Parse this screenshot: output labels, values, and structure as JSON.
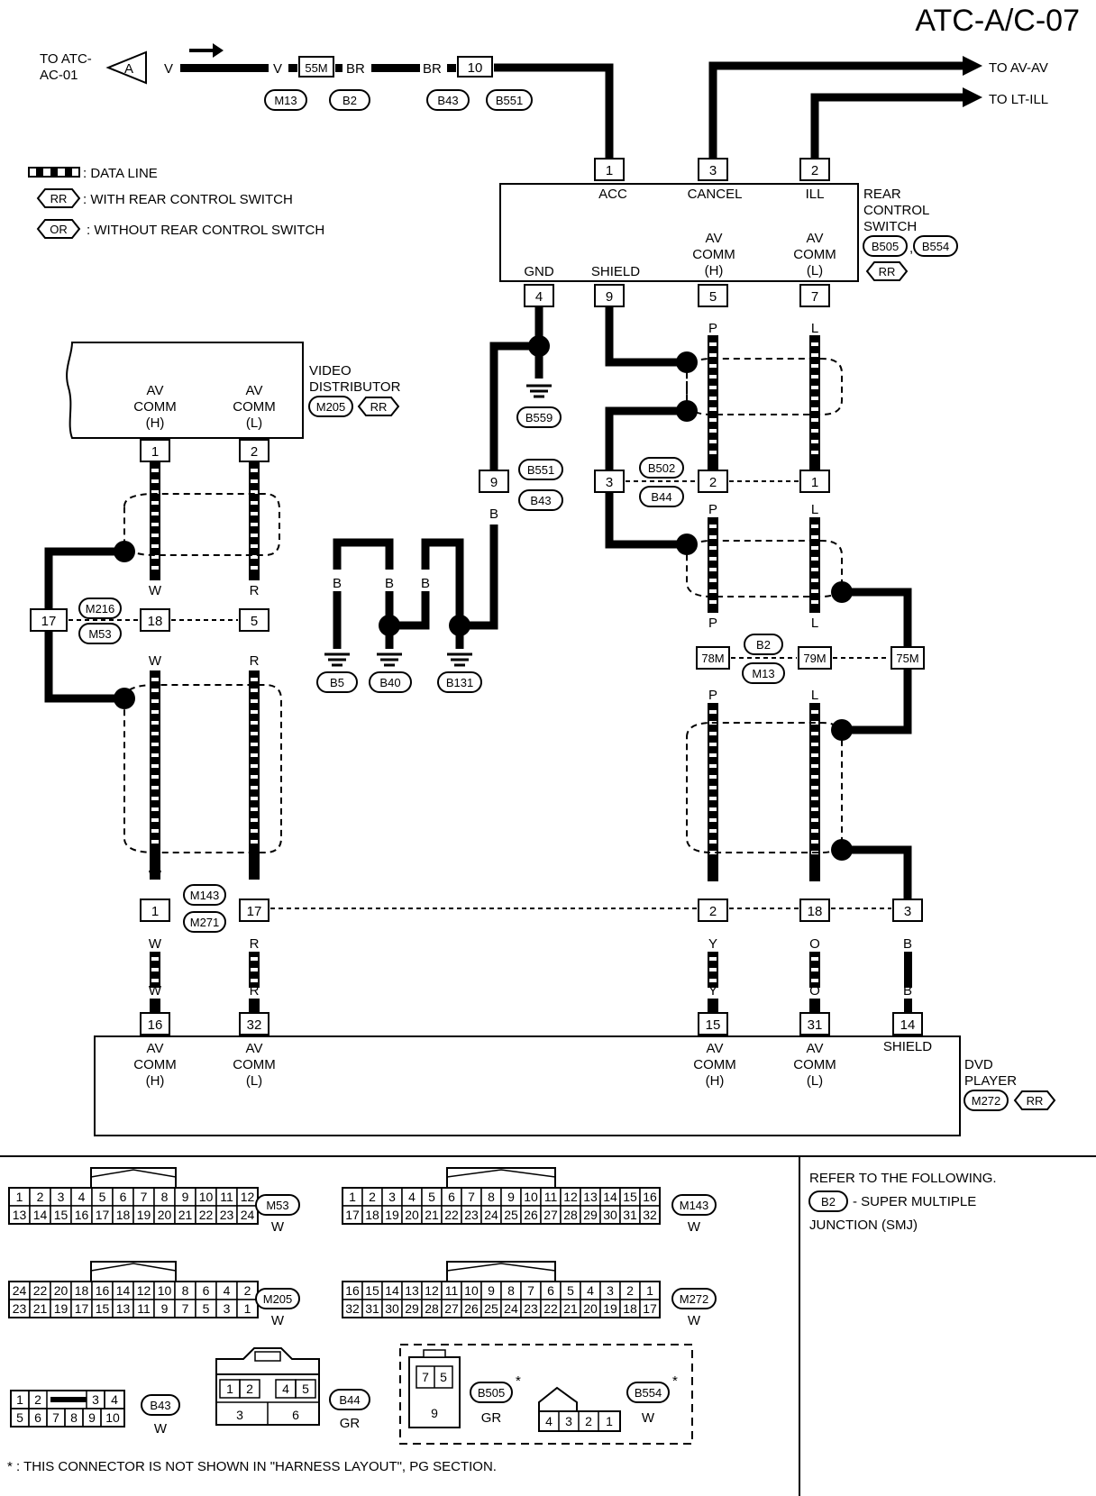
{
  "page_code": "ATC-A/C-07",
  "to_atc": [
    "TO ATC-",
    "AC-01"
  ],
  "connector_A": "A",
  "top_harness": {
    "wires": [
      "V",
      "V",
      "BR",
      "BR"
    ],
    "connectors": [
      "55M",
      "10"
    ],
    "refs": [
      "M13",
      "B2",
      "B43",
      "B551"
    ]
  },
  "to_av": "TO AV-AV",
  "to_lt": "TO LT-ILL",
  "legend": {
    "data_line": ": DATA LINE",
    "rr_tag": "RR",
    "rr_text": ": WITH REAR CONTROL SWITCH",
    "or_tag": "OR",
    "or_text": ": WITHOUT REAR CONTROL SWITCH"
  },
  "rear_switch": {
    "name": [
      "REAR",
      "CONTROL",
      "SWITCH"
    ],
    "refs": [
      "B505",
      "B554"
    ],
    "ref_sep": ",",
    "tag": "RR",
    "pins_top": [
      {
        "num": "1",
        "label": "ACC"
      },
      {
        "num": "3",
        "label": "CANCEL"
      },
      {
        "num": "2",
        "label": "ILL"
      }
    ],
    "pins_bottom": [
      {
        "num": "4",
        "label": [
          "GND"
        ]
      },
      {
        "num": "9",
        "label": [
          "SHIELD"
        ]
      },
      {
        "num": "5",
        "label": [
          "AV",
          "COMM",
          "(H)"
        ]
      },
      {
        "num": "7",
        "label": [
          "AV",
          "COMM",
          "(L)"
        ]
      }
    ]
  },
  "video_distributor": {
    "name": [
      "VIDEO",
      "DISTRIBUTOR"
    ],
    "ref": "M205",
    "tag": "RR",
    "pins": [
      {
        "num": "1",
        "label": [
          "AV",
          "COMM",
          "(H)"
        ]
      },
      {
        "num": "2",
        "label": [
          "AV",
          "COMM",
          "(L)"
        ]
      }
    ]
  },
  "dvd_player": {
    "name": [
      "DVD",
      "PLAYER"
    ],
    "ref": "M272",
    "tag": "RR",
    "pins": [
      {
        "num": "16",
        "label": [
          "AV",
          "COMM",
          "(H)"
        ]
      },
      {
        "num": "32",
        "label": [
          "AV",
          "COMM",
          "(L)"
        ]
      },
      {
        "num": "15",
        "label": [
          "AV",
          "COMM",
          "(H)"
        ]
      },
      {
        "num": "31",
        "label": [
          "AV",
          "COMM",
          "(L)"
        ]
      },
      {
        "num": "14",
        "label": [
          "SHIELD"
        ]
      }
    ]
  },
  "wire_colors": {
    "W": "W",
    "R": "R",
    "P": "P",
    "L": "L",
    "B": "B",
    "Y": "Y",
    "O": "O"
  },
  "inline_connectors": {
    "c17": "17",
    "c18": "18",
    "c5": "5",
    "m216": "M216",
    "m53": "M53",
    "c1": "1",
    "c17b": "17",
    "m143": "M143",
    "m271": "M271",
    "c2": "2",
    "c18b": "18",
    "c3": "3",
    "c9": "9",
    "b551": "B551",
    "b43": "B43",
    "c3a": "3",
    "c2a": "2",
    "c1a": "1",
    "b502": "B502",
    "b44": "B44",
    "c78": "78M",
    "c79": "79M",
    "c75": "75M",
    "b2": "B2",
    "m13": "M13"
  },
  "grounds": [
    "B559",
    "B5",
    "B40",
    "B131"
  ],
  "connector_views": {
    "m53": {
      "ref": "M53",
      "color": "W",
      "row1": [
        "1",
        "2",
        "3",
        "4",
        "5",
        "6",
        "7",
        "8",
        "9",
        "10",
        "11",
        "12"
      ],
      "row2": [
        "13",
        "14",
        "15",
        "16",
        "17",
        "18",
        "19",
        "20",
        "21",
        "22",
        "23",
        "24"
      ]
    },
    "m143": {
      "ref": "M143",
      "color": "W",
      "row1": [
        "1",
        "2",
        "3",
        "4",
        "5",
        "6",
        "7",
        "8",
        "9",
        "10",
        "11",
        "12",
        "13",
        "14",
        "15",
        "16"
      ],
      "row2": [
        "17",
        "18",
        "19",
        "20",
        "21",
        "22",
        "23",
        "24",
        "25",
        "26",
        "27",
        "28",
        "29",
        "30",
        "31",
        "32"
      ]
    },
    "m205": {
      "ref": "M205",
      "color": "W",
      "row1": [
        "24",
        "22",
        "20",
        "18",
        "16",
        "14",
        "12",
        "10",
        "8",
        "6",
        "4",
        "2"
      ],
      "row2": [
        "23",
        "21",
        "19",
        "17",
        "15",
        "13",
        "11",
        "9",
        "7",
        "5",
        "3",
        "1"
      ]
    },
    "m272": {
      "ref": "M272",
      "color": "W",
      "row1": [
        "16",
        "15",
        "14",
        "13",
        "12",
        "11",
        "10",
        "9",
        "8",
        "7",
        "6",
        "5",
        "4",
        "3",
        "2",
        "1"
      ],
      "row2": [
        "32",
        "31",
        "30",
        "29",
        "28",
        "27",
        "26",
        "25",
        "24",
        "23",
        "22",
        "21",
        "20",
        "19",
        "18",
        "17"
      ]
    },
    "b43": {
      "ref": "B43",
      "color": "W",
      "row1": [
        "1",
        "2",
        "3",
        "4"
      ],
      "row2": [
        "5",
        "6",
        "7",
        "8",
        "9",
        "10"
      ]
    },
    "b44": {
      "ref": "B44",
      "color": "GR",
      "row1": [
        "1",
        "2",
        "4",
        "5"
      ],
      "row2": [
        "3",
        "6"
      ]
    },
    "b505": {
      "ref": "B505",
      "color": "GR",
      "pins": [
        "7",
        "5",
        "9"
      ]
    },
    "b554": {
      "ref": "B554",
      "color": "W",
      "pins": [
        "4",
        "3",
        "2",
        "1"
      ]
    }
  },
  "asterisk": "*",
  "footnote": "* : THIS CONNECTOR IS NOT SHOWN IN \"HARNESS LAYOUT\", PG SECTION.",
  "refer_box": {
    "line1": "REFER TO THE FOLLOWING.",
    "ref": "B2",
    "line2": "- SUPER MULTIPLE",
    "line3": "JUNCTION (SMJ)"
  }
}
